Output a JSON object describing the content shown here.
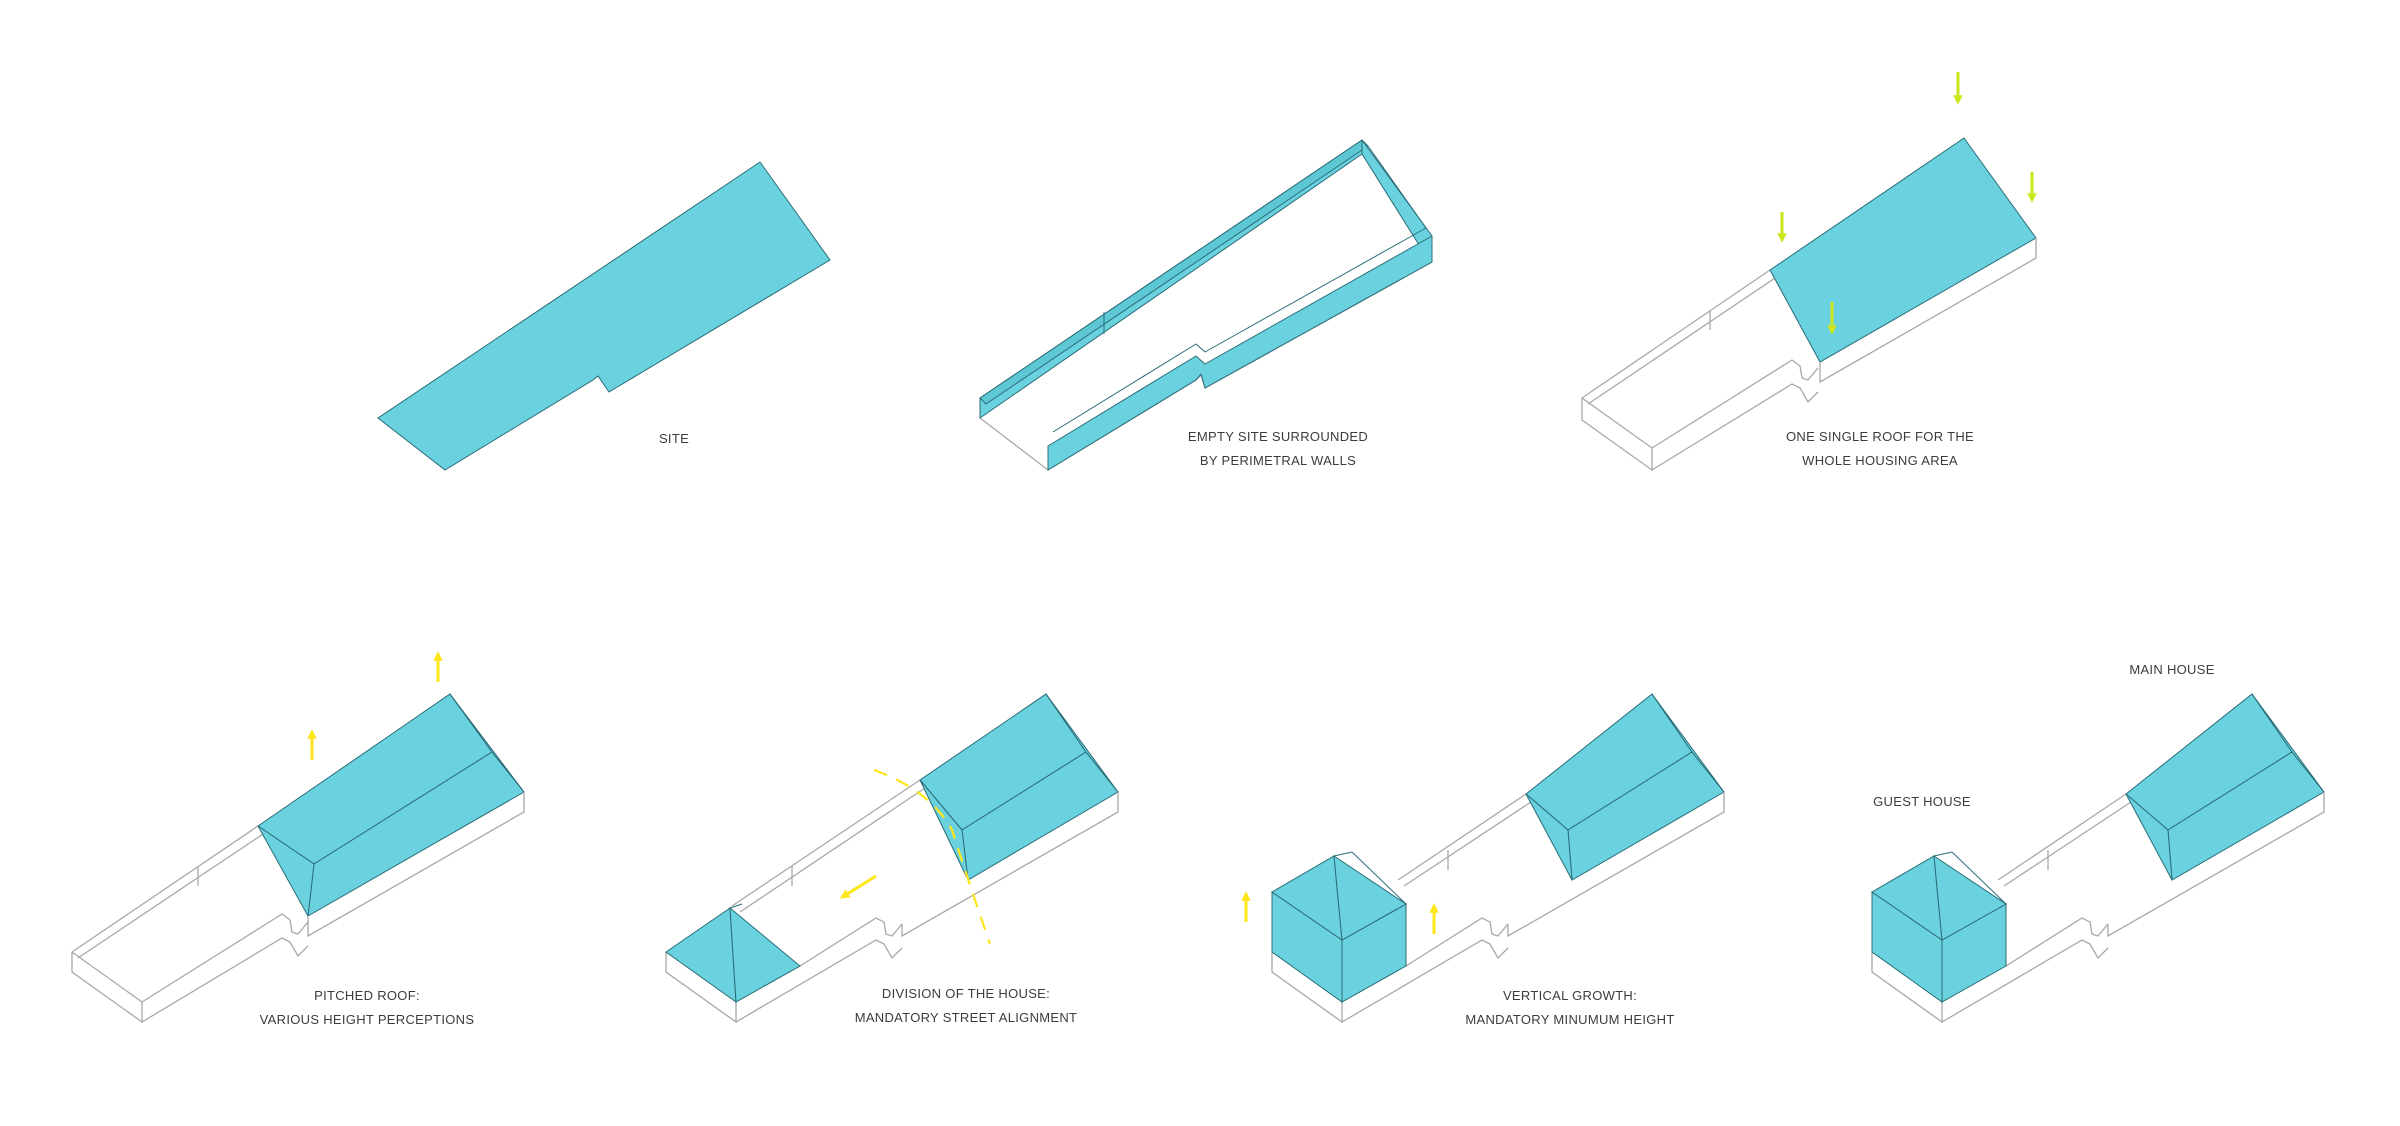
{
  "colors": {
    "fill": "#6ad1de",
    "stroke": "#2a6d78",
    "wall_line": "#a8a8a8",
    "arrow_green": "#cbe61a",
    "arrow_yellow": "#fde619",
    "text": "#3c3c3c"
  },
  "steps": [
    {
      "id": "site",
      "caption": [
        "SITE"
      ]
    },
    {
      "id": "walls",
      "caption": [
        "EMPTY SITE SURROUNDED",
        "BY PERIMETRAL WALLS"
      ]
    },
    {
      "id": "single-roof",
      "caption": [
        "ONE SINGLE ROOF FOR THE",
        "WHOLE HOUSING AREA"
      ]
    },
    {
      "id": "pitched-roof",
      "caption": [
        "PITCHED ROOF:",
        "VARIOUS HEIGHT PERCEPTIONS"
      ]
    },
    {
      "id": "division",
      "caption": [
        "DIVISION OF THE HOUSE:",
        "MANDATORY STREET ALIGNMENT"
      ]
    },
    {
      "id": "vertical-growth",
      "caption": [
        "VERTICAL GROWTH:",
        "MANDATORY MINUMUM HEIGHT"
      ]
    },
    {
      "id": "final",
      "caption": []
    }
  ],
  "labels": {
    "guest_house": "GUEST HOUSE",
    "main_house": "MAIN HOUSE"
  }
}
